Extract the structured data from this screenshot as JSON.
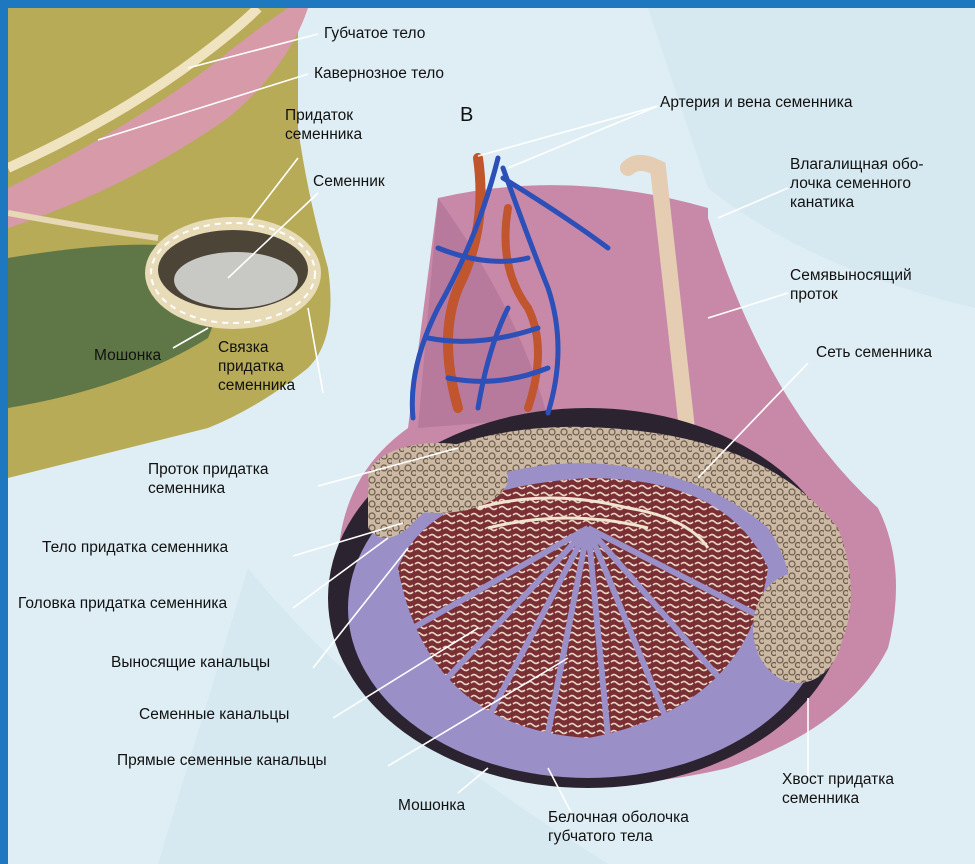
{
  "figure_letter": "В",
  "labels": {
    "spongy_body": "Губчатое тело",
    "cavernous_body": "Кавернозное тело",
    "epididymis": "Придаток\nсеменника",
    "testis": "Семенник",
    "artery_vein": "Артерия и вена семенника",
    "tunica_vaginalis": "Влагалищная обо-\nлочка семенного\nканатика",
    "vas_deferens": "Семявыносящий\nпроток",
    "rete_testis": "Сеть семенника",
    "scrotum_left": "Мошонка",
    "epididymis_ligament": "Связка\nпридатка\nсеменника",
    "epididymis_duct": "Проток придатка\nсеменника",
    "epididymis_body": "Тело придатка семенника",
    "epididymis_head": "Головка придатка семенника",
    "efferent_ductules": "Выносящие канальцы",
    "seminiferous_tubules": "Семенные канальцы",
    "straight_tubules": "Прямые семенные канальцы",
    "scrotum_bottom": "Мошонка",
    "tunica_albuginea": "Белочная оболочка\nгубчатого тела",
    "epididymis_tail": "Хвост придатка\nсеменника"
  },
  "colors": {
    "border": "#1e78c0",
    "background": "#dfeef5",
    "tissue_olive": "#b8ab57",
    "tunica_pink": "#c889a8",
    "testis_purple": "#9b8fc8",
    "tubule_red": "#8a3a3a",
    "vein_blue": "#2c4fb8",
    "artery_red": "#c0552e",
    "leader_line": "#ffffff"
  }
}
